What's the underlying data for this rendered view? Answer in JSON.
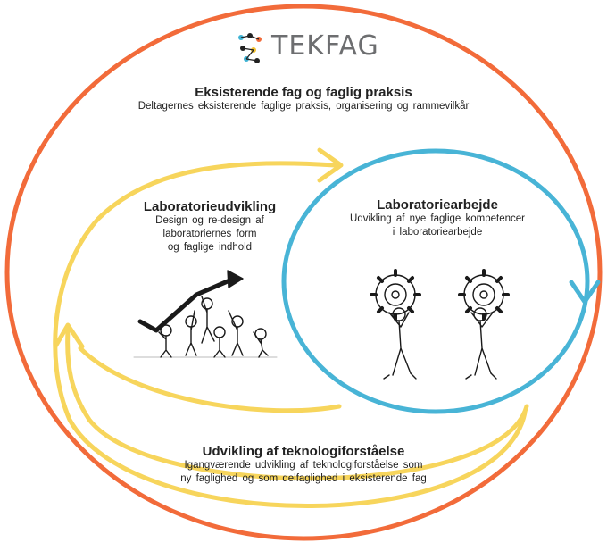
{
  "logo": {
    "text": "TEKFAG",
    "colors": [
      "#3fb3d4",
      "#f26b3a",
      "#222222",
      "#f2c230"
    ]
  },
  "outer": {
    "title": "Eksisterende fag og faglig praksis",
    "subtitle": "Deltagernes eksisterende faglige praksis, organisering og rammevilkår",
    "color": "#f26b3a"
  },
  "left": {
    "title": "Laboratorieudvikling",
    "lines": [
      "Design og re-design af",
      "laboratoriernes form",
      "og faglige indhold"
    ],
    "color": "#f7d55c"
  },
  "right": {
    "title": "Laboratoriearbejde",
    "lines": [
      "Udvikling af nye faglige kompetencer",
      "i laboratoriearbejde"
    ],
    "color": "#48b4d6"
  },
  "bottom": {
    "title": "Udvikling af teknologiforståelse",
    "lines": [
      "Igangværende udvikling af teknologiforståelse som",
      "ny faglighed og som delfaglighed i eksisterende fag"
    ]
  },
  "illustrations": {
    "left": "team-lifting-arrow-sketch",
    "right": "two-people-carrying-gears-sketch"
  }
}
